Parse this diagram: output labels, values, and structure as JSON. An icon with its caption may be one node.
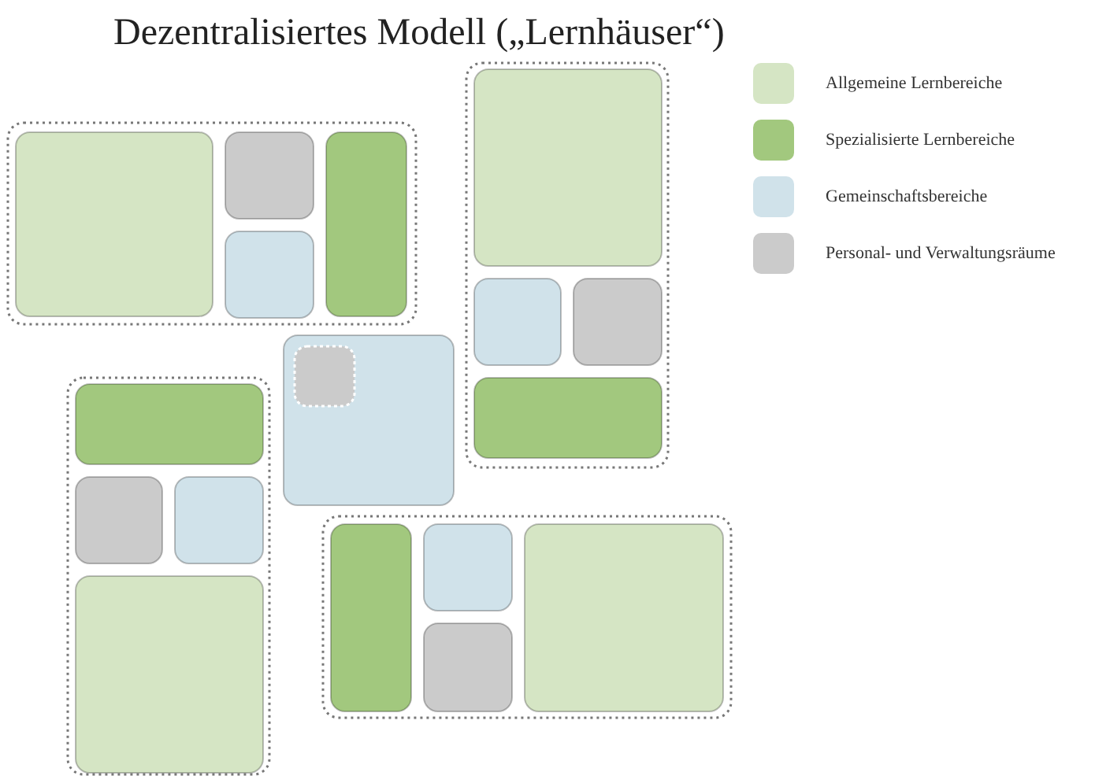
{
  "diagram": {
    "title": "Dezentralisiertes Modell  („Lernhäuser“)",
    "legend": [
      {
        "text": "Allgemeine Lernbereiche",
        "color": "#d5e5c4"
      },
      {
        "text": "Spezialisierte Lernbereiche",
        "color": "#a2c87e"
      },
      {
        "text": "Gemeinschaftsbereiche",
        "color": "#d0e2ea"
      },
      {
        "text": "Personal- und Verwaltungsräume",
        "color": "#cbcbcb"
      }
    ]
  }
}
